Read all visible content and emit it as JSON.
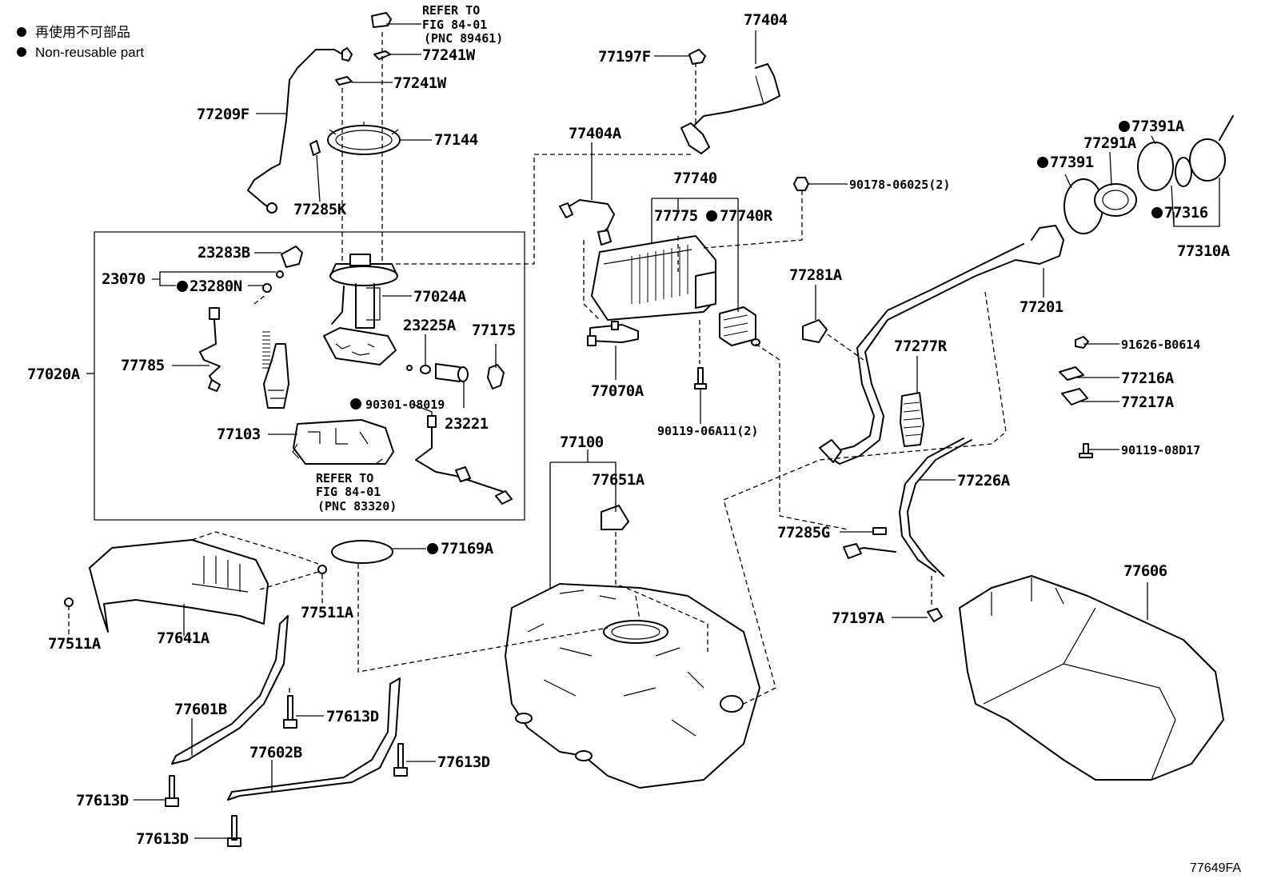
{
  "legend": [
    {
      "symbol": "filled-dot",
      "text": "再使用不可部品"
    },
    {
      "symbol": "filled-dot",
      "text": "Non-reusable part"
    }
  ],
  "figure_code": "77649FA",
  "references": [
    {
      "line1": "REFER TO",
      "line2": "FIG 84-01",
      "line3": "(PNC 89461)"
    },
    {
      "line1": "REFER TO",
      "line2": "FIG 84-01",
      "line3": "(PNC 83320)"
    }
  ],
  "labels": {
    "p77241W_a": "77241W",
    "p77241W_b": "77241W",
    "p77209F": "77209F",
    "p77144": "77144",
    "p77285K": "77285K",
    "p23283B": "23283B",
    "p23070": "23070",
    "p23280N": "23280N",
    "p77024A": "77024A",
    "p77785": "77785",
    "p77020A": "77020A",
    "p23225A": "23225A",
    "p77175": "77175",
    "p90301": "90301-08019",
    "p23221": "23221",
    "p77103": "77103",
    "p77404": "77404",
    "p77197F": "77197F",
    "p77404A": "77404A",
    "p77740": "77740",
    "p77775": "77775",
    "p77740R": "77740R",
    "p90178": "90178-06025(2)",
    "p77070A": "77070A",
    "p90119a": "90119-06A11(2)",
    "p77281A": "77281A",
    "p77277R": "77277R",
    "p77201": "77201",
    "p77391": "77391",
    "p77291A": "77291A",
    "p77391A": "77391A",
    "p77316": "77316",
    "p77310A": "77310A",
    "p91626": "91626-B0614",
    "p77216A": "77216A",
    "p77217A": "77217A",
    "p90119b": "90119-08D17",
    "p77100": "77100",
    "p77651A": "77651A",
    "p77226A": "77226A",
    "p77285G": "77285G",
    "p77197A": "77197A",
    "p77606": "77606",
    "p77169A": "77169A",
    "p77511A_a": "77511A",
    "p77511A_b": "77511A",
    "p77641A": "77641A",
    "p77601B": "77601B",
    "p77613D_a": "77613D",
    "p77613D_b": "77613D",
    "p77613D_c": "77613D",
    "p77613D_d": "77613D",
    "p77602B": "77602B"
  }
}
